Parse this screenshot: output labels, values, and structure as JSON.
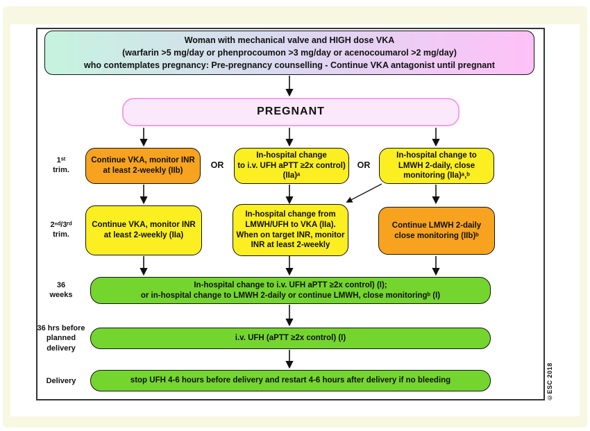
{
  "figure": {
    "title_box": "Woman with mechanical valve and HIGH dose VKA\n(warfarin >5 mg/day or phenprocoumon >3 mg/day or acenocoumarol >2 mg/day)\nwho contemplates pregnancy: Pre-pregnancy counselling - Continue VKA antagonist until pregnant",
    "pregnant_label": "PREGNANT",
    "or_label": "OR",
    "row_labels": {
      "trim1": "1ˢᵗ\ntrim.",
      "trim23": "2ⁿᵈ/3ʳᵈ\ntrim.",
      "weeks36": "36\nweeks",
      "before36": "36 hrs before\nplanned\ndelivery",
      "delivery": "Delivery"
    },
    "boxes": {
      "trim1_vka": "Continue VKA, monitor INR\nat least 2-weekly (IIb)",
      "trim1_ufh": "In-hospital change\nto i.v. UFH aPTT ≥2x control)\n(IIa)ᵃ",
      "trim1_lmwh": "In-hospital change to\nLMWH 2-daily, close\nmonitoring (IIa)ᵃ,ᵇ",
      "trim23_vka": "Continue VKA, monitor INR\nat least 2-weekly (IIa)",
      "trim23_switch": "In-hospital change from\nLMWH/UFH to VKA (IIa).\nWhen on target INR, monitor\nINR at least 2-weekly",
      "trim23_lmwh": "Continue LMWH 2-daily\nclose monitoring (IIb)ᵇ",
      "weeks36": "In-hospital change to i.v. UFH aPTT ≥2x control) (I);\nor in-hospital change to LMWH 2-daily or continue LMWH, close monitoringᵇ (I)",
      "before36": "i.v. UFH (aPTT ≥2x control) (I)",
      "delivery": "stop UFH 4-6 hours before delivery and restart 4-6 hours after delivery if no bleeding"
    },
    "copyright": "©ESC 2018",
    "colors": {
      "orange": "#F7A31F",
      "yellow": "#FBEE21",
      "green": "#74D52F",
      "pregnant_fill": "#FCE8FB",
      "pregnant_border": "#F0A0E6",
      "gradient_left": "#C6F3DF",
      "gradient_right": "#FEC1F7",
      "frame_cream": "#F8F7E2"
    }
  }
}
